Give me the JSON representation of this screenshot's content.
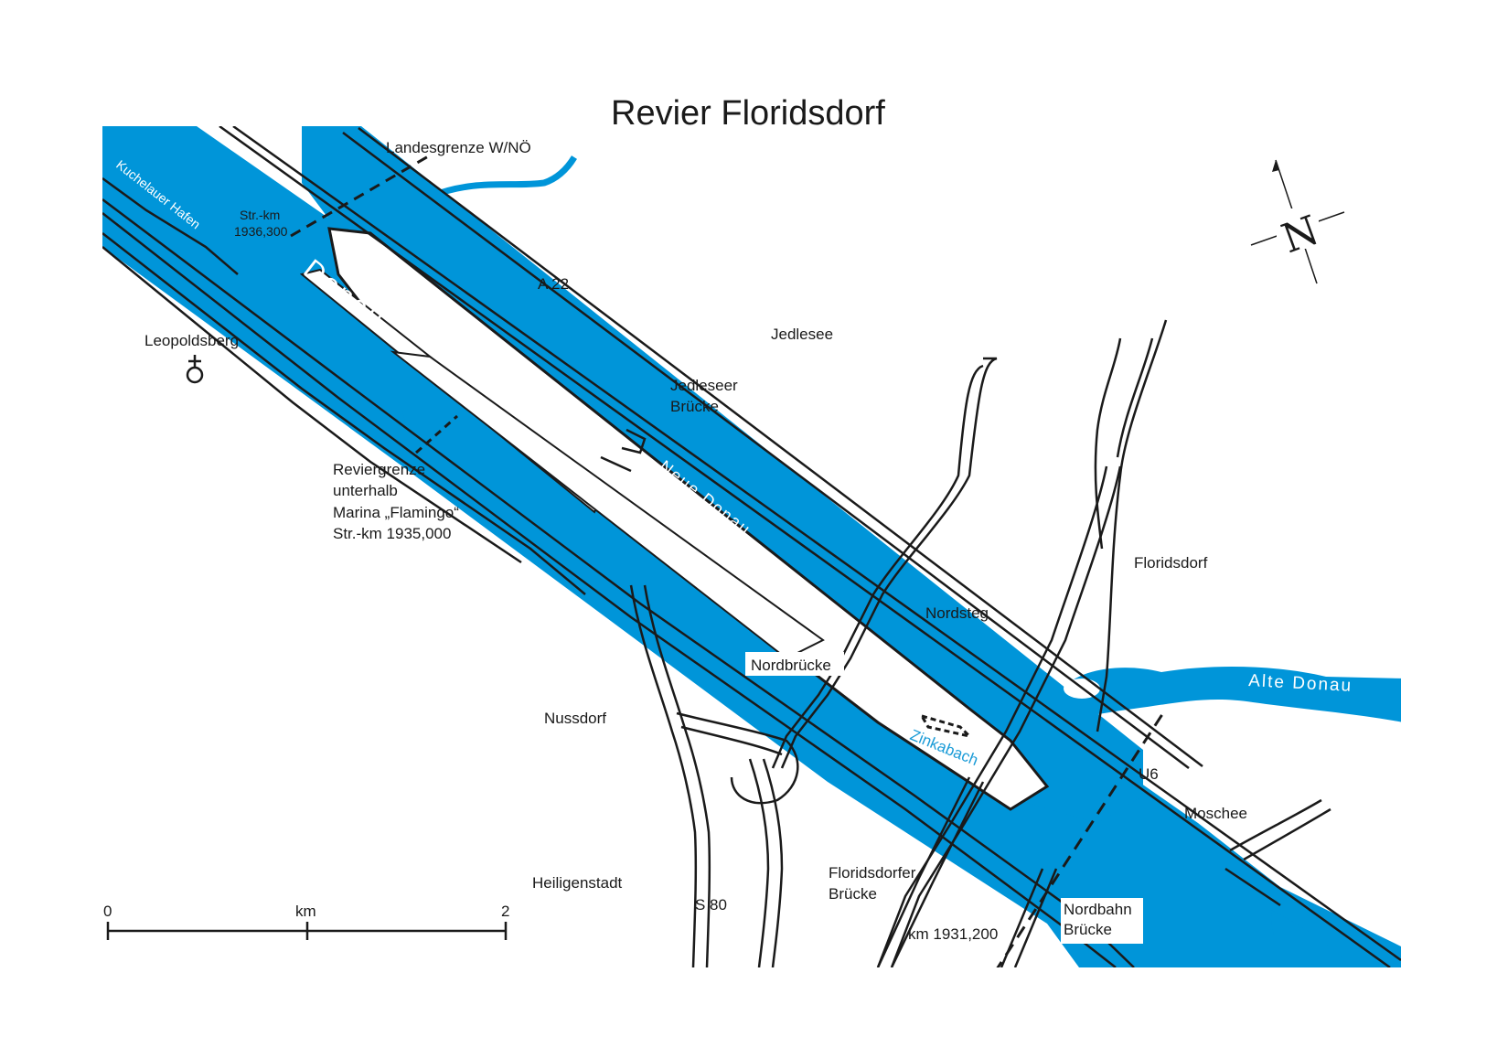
{
  "title": "Revier Floridsdorf",
  "colors": {
    "water": "#0095d9",
    "water_label": "#1a9bd7",
    "road": "#1a1a1a",
    "background": "#ffffff"
  },
  "labels": {
    "landesgrenze": "Landesgrenze W/NÖ",
    "strkm_top_1": "Str.-km",
    "strkm_top_2": "1936,300",
    "kuchelauer": "Kuchelauer Hafen",
    "donau": "Donau",
    "a22": "A 22",
    "jedlesee": "Jedlesee",
    "leopoldsberg": "Leopoldsberg",
    "jedleseer_1": "Jedleseer",
    "jedleseer_2": "Brücke",
    "reviergrenze_1": "Reviergrenze",
    "reviergrenze_2": "unterhalb",
    "reviergrenze_3": "Marina „Flamingo“",
    "reviergrenze_4": "Str.-km 1935,000",
    "neue_donau": "Neue Donau",
    "floridsdorf": "Floridsdorf",
    "nordsteg": "Nordsteg",
    "nordbruecke": "Nordbrücke",
    "alte_donau": "Alte Donau",
    "nussdorf": "Nussdorf",
    "zinkabach": "Zinkabach",
    "u6": "U6",
    "moschee": "Moschee",
    "heiligenstadt": "Heiligenstadt",
    "s80": "S 80",
    "floridsdorfer_1": "Floridsdorfer",
    "floridsdorfer_2": "Brücke",
    "km_bottom": "km 1931,200",
    "nordbahn_1": "Nordbahn",
    "nordbahn_2": "Brücke"
  },
  "compass": {
    "north_label": "N",
    "icon": "north-arrow-icon"
  },
  "scale": {
    "start": "0",
    "unit": "km",
    "end": "2"
  },
  "symbols": {
    "leopoldsberg": "church-symbol-icon"
  }
}
